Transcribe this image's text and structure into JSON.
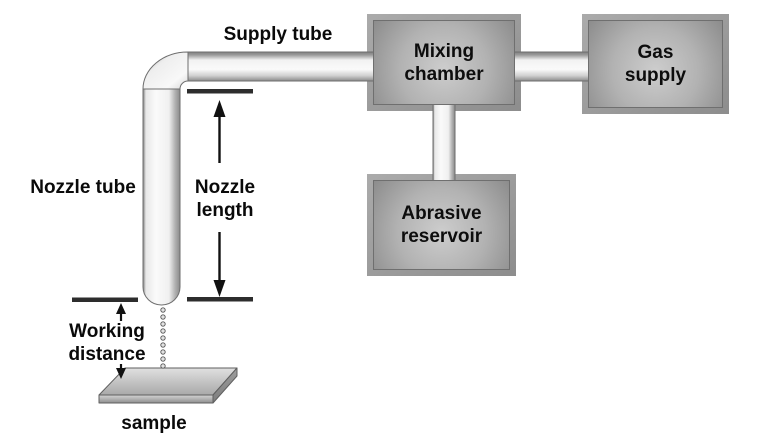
{
  "labels": {
    "supply_tube": "Supply tube",
    "nozzle_tube": "Nozzle tube",
    "nozzle_length_line1": "Nozzle",
    "nozzle_length_line2": "length",
    "working_distance_line1": "Working",
    "working_distance_line2": "distance",
    "sample": "sample"
  },
  "boxes": {
    "mixing_chamber": {
      "line1": "Mixing",
      "line2": "chamber"
    },
    "gas_supply": {
      "line1": "Gas",
      "line2": "supply"
    },
    "abrasive_reservoir": {
      "line1": "Abrasive",
      "line2": "reservoir"
    }
  },
  "colors": {
    "background": "#ffffff",
    "box_frame": "#9c9c9c",
    "box_fill_center": "#cdcdcd",
    "box_fill_edge": "#8c8c8c",
    "box_border": "#6f6f6f",
    "tube_highlight": "#f7f7f7",
    "tube_shade": "#8f8f8f",
    "tube_outline": "#6e6e6e",
    "dimension_marks": "#2d2d2d",
    "arrow": "#111111",
    "text": "#0a0a0a",
    "sample_top": "#c9c9c9",
    "sample_front": "#a5a5a5",
    "sample_side": "#8a8a8a"
  }
}
